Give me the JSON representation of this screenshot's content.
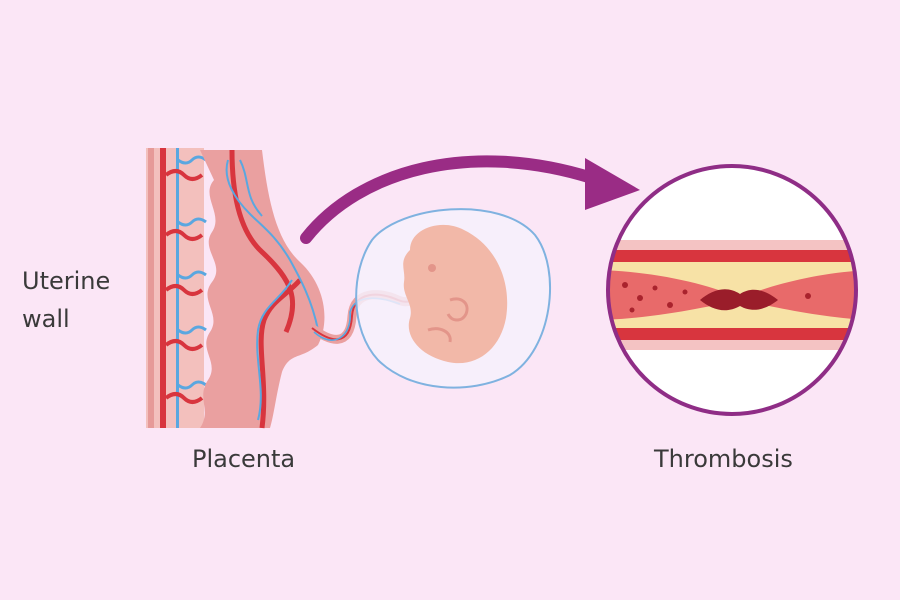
{
  "labels": {
    "uterine_wall": "Uterine\nwall",
    "placenta": "Placenta",
    "thrombosis": "Thrombosis"
  },
  "colors": {
    "background": "#fbe6f6",
    "arrow": "#9a2c85",
    "circle_border": "#8f2d86",
    "vessel_red": "#d8353e",
    "vein_blue": "#5aa7e0",
    "tissue_pink": "#eaa0a0",
    "embryo": "#f2b8a8",
    "plaque": "#f7e2a6"
  }
}
